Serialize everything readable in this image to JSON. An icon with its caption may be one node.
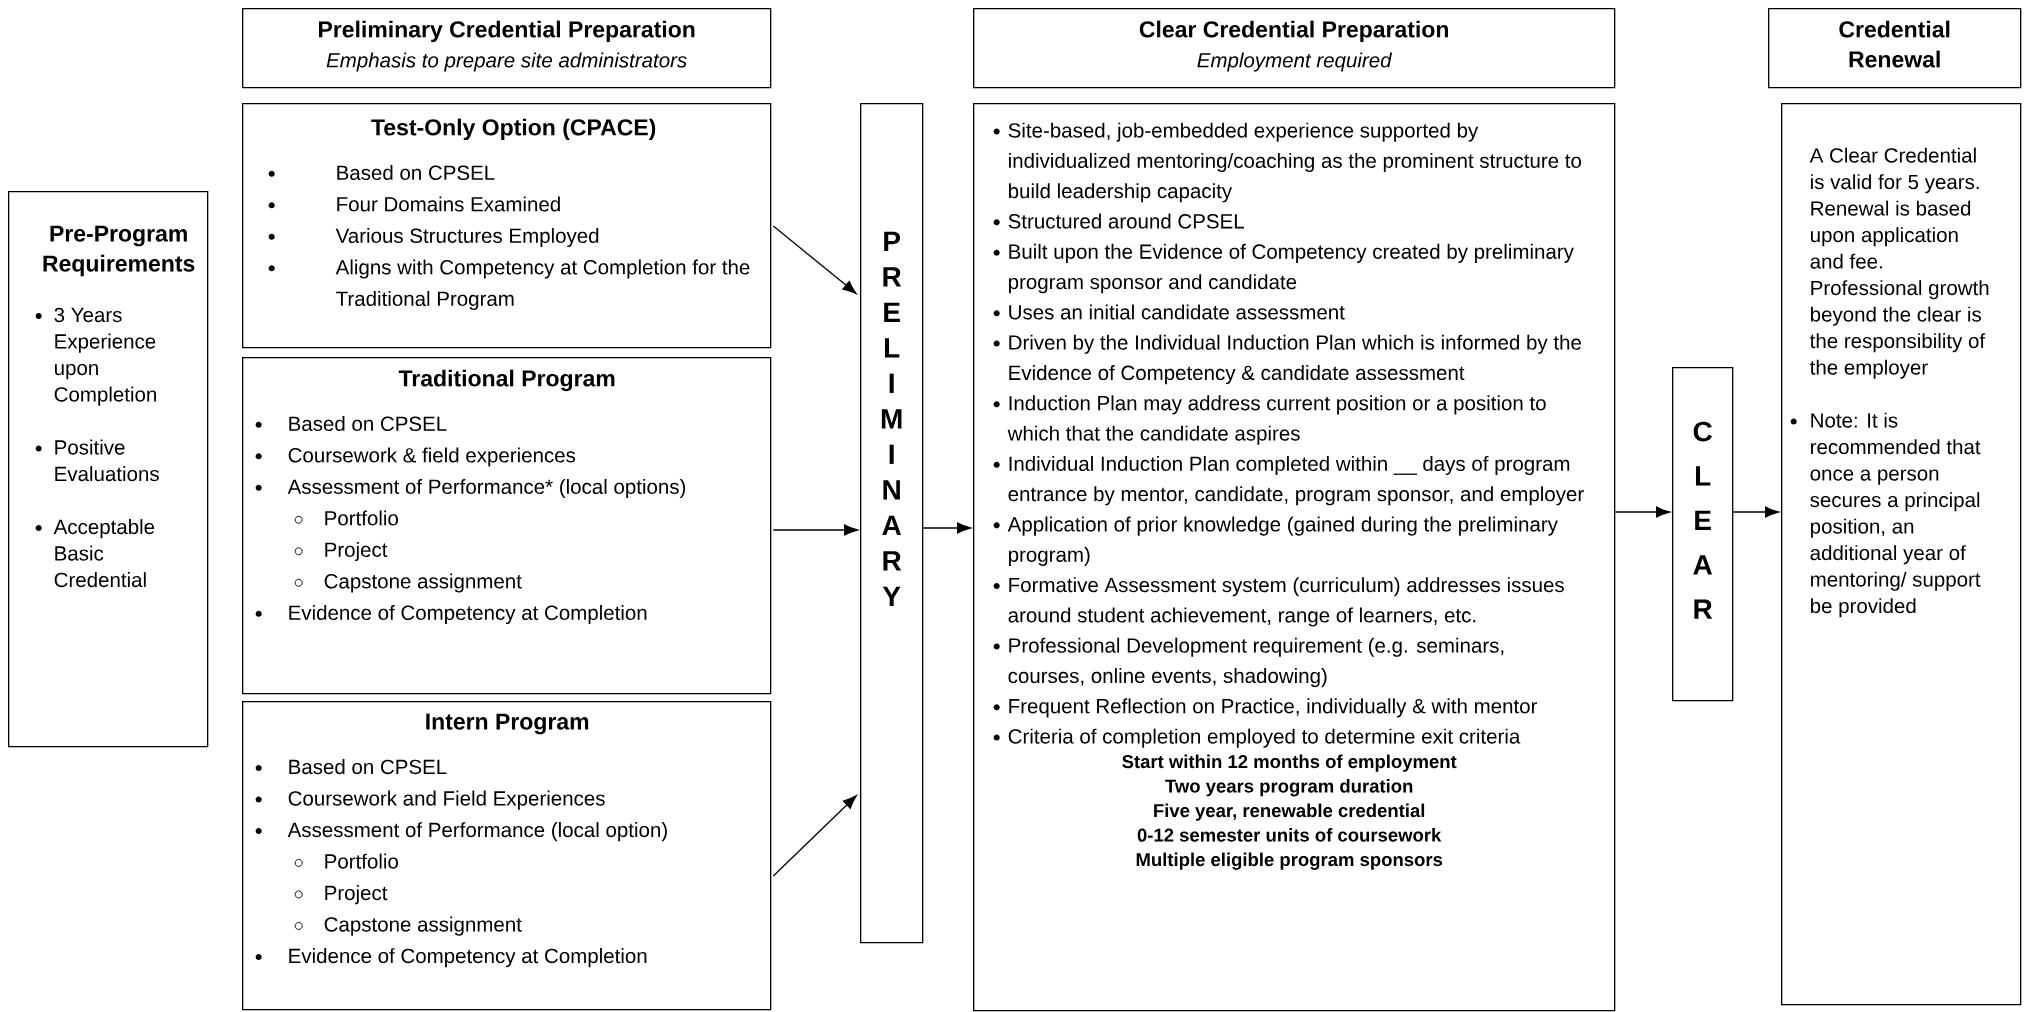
{
  "diagram": {
    "nodes": [
      {
        "text": [
          "Pre-Program Requirements",
          "3 Years Experience upon Completion",
          "Positive Evaluations",
          "Acceptable Basic Credential"
        ]
      },
      {
        "text": [
          "Preliminary Credential Preparation",
          "Emphasis to prepare site administrators"
        ]
      },
      {
        "text": [
          "Test-Only Option (CPACE)",
          "Based on CPSEL",
          "Four Domains Examined",
          "Various Structures Employed",
          "Aligns with Competency at Completion for the Traditional Program"
        ]
      },
      {
        "text": [
          "Traditional Program",
          "Based on CPSEL",
          "Coursework & field experiences",
          "Assessment of Performance* (local options)",
          "Portfolio",
          "Project",
          "Capstone assignment",
          "Evidence of Competency at Completion"
        ]
      },
      {
        "text": [
          "Intern Program",
          "Based on CPSEL",
          "Coursework and Field Experiences",
          "Assessment of Performance (local option)",
          "Portfolio",
          "Project",
          "Capstone assignment",
          "Evidence of Competency at Completion"
        ]
      },
      {
        "text": [
          "PRELIMINARY"
        ]
      },
      {
        "text": [
          "Clear Credential Preparation",
          "Employment required"
        ]
      },
      {
        "text": [
          "Site-based, job-embedded experience supported by individualized mentoring/coaching as the prominent structure to build leadership capacity",
          "Structured around CPSEL",
          "Built upon the Evidence of Competency created by preliminary program sponsor and candidate",
          "Uses an initial candidate assessment",
          "Driven by the Individual Induction Plan which is informed by the Evidence of Competency & candidate assessment",
          "Induction Plan may address current position or a position to which that the candidate aspires",
          "Individual Induction Plan completed within __ days of program entrance by mentor, candidate, program sponsor, and employer",
          "Application of prior knowledge (gained during the preliminary program)",
          "Formative Assessment system (curriculum) addresses issues around student achievement, range of learners, etc.",
          "Professional Development requirement (e.g. seminars, courses, online events, shadowing)",
          "Frequent Reflection on Practice, individually & with mentor",
          "Criteria of completion employed to determine exit criteria",
          "Start within 12 months of employment",
          "Two years program duration",
          "Five year, renewable credential",
          "0-12 semester units of coursework",
          "Multiple eligible program sponsors"
        ]
      },
      {
        "text": [
          "CLEAR"
        ]
      },
      {
        "text": [
          "Credential Renewal"
        ]
      },
      {
        "text": [
          "A Clear Credential is valid for 5 years. Renewal is based upon application and fee. Professional growth beyond the clear is the responsibility of the employer",
          "Note: It is recommended that once a person secures a principal position, an additional year of mentoring/ support be provided"
        ]
      }
    ],
    "edges": [
      {
        "from": 2,
        "to": 5,
        "arrow": "to"
      },
      {
        "from": 3,
        "to": 5,
        "arrow": "to"
      },
      {
        "from": 4,
        "to": 5,
        "arrow": "to"
      },
      {
        "from": 5,
        "to": 7,
        "arrow": "to"
      },
      {
        "from": 7,
        "to": 8,
        "arrow": "to"
      },
      {
        "from": 8,
        "to": 10,
        "arrow": "to"
      }
    ]
  }
}
